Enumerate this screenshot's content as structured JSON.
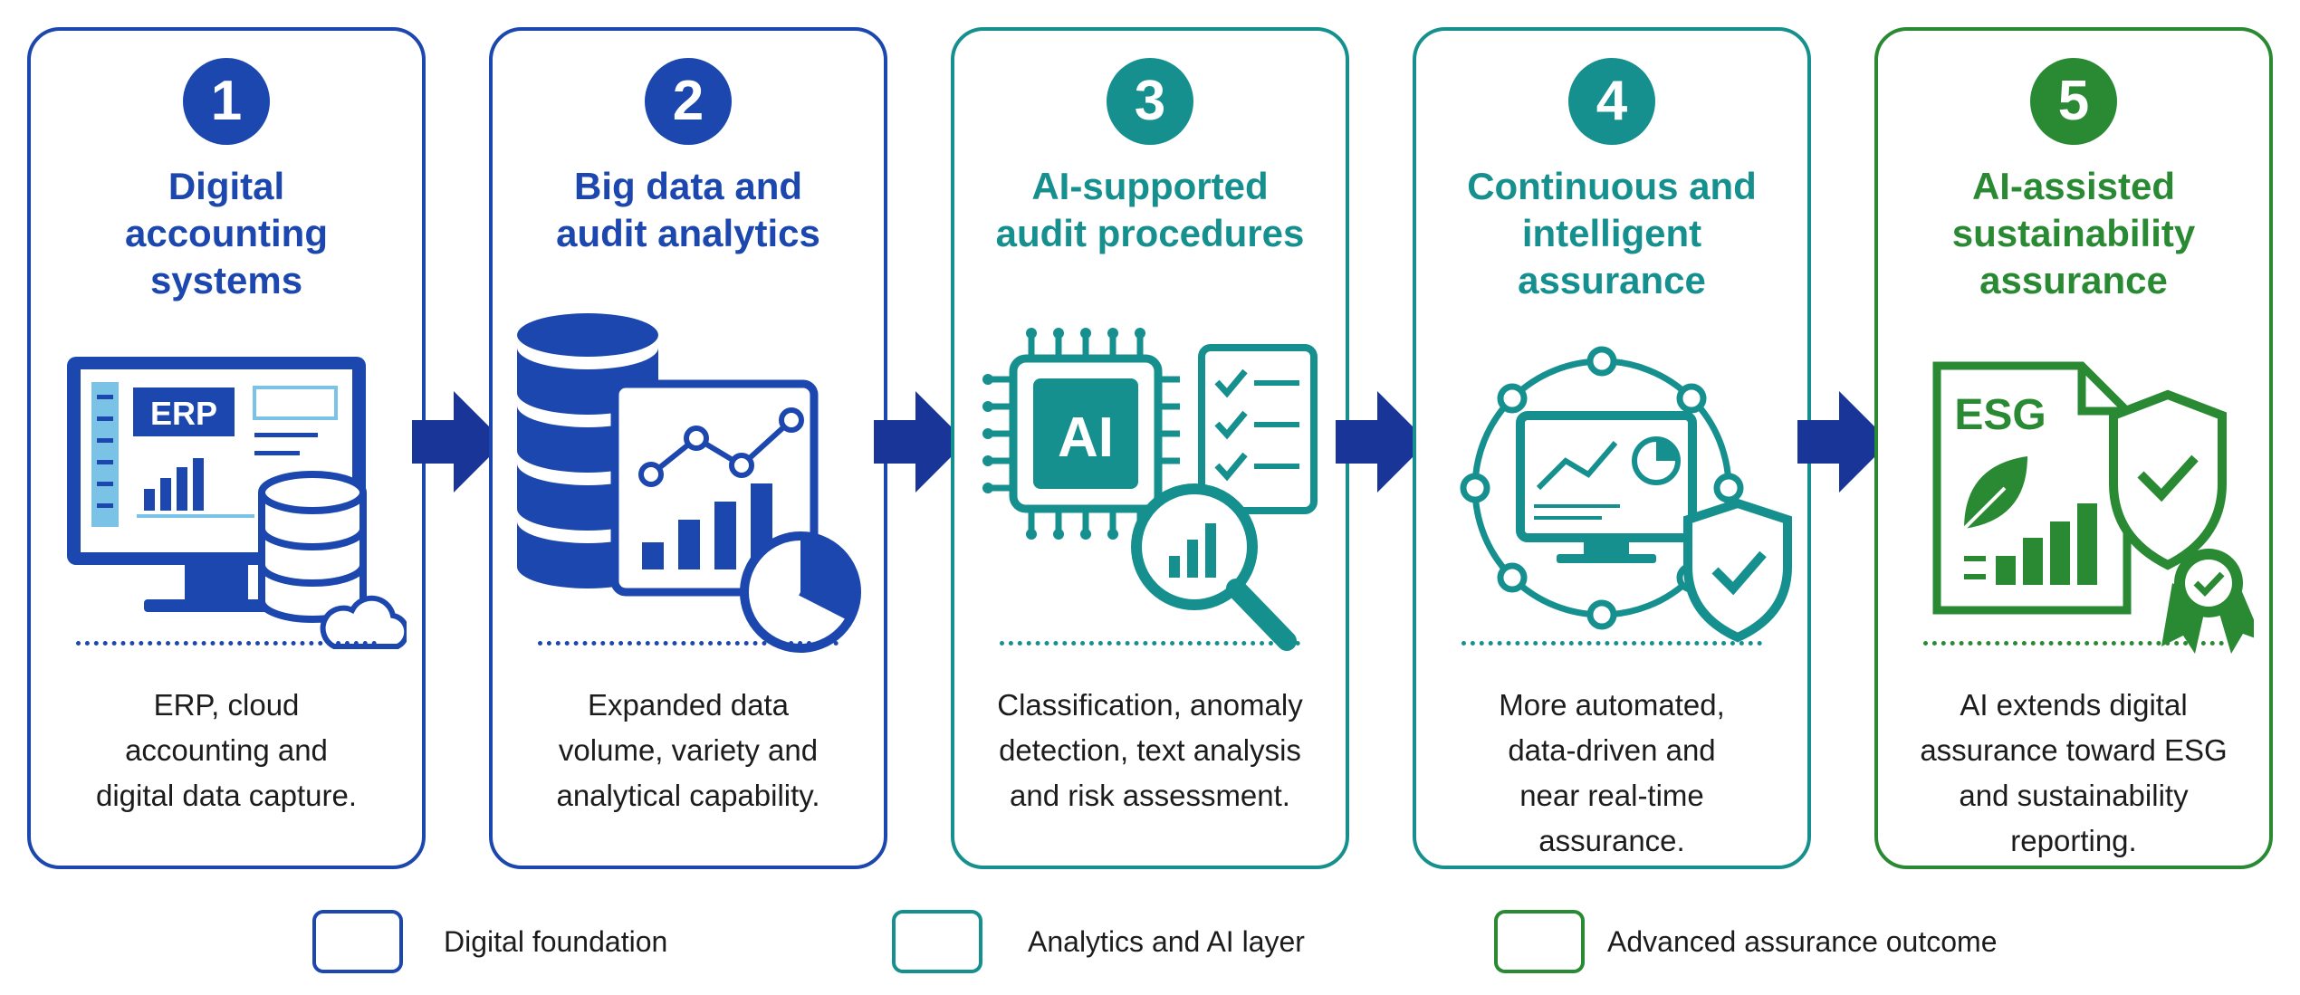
{
  "colors": {
    "blue": "#1c47ae",
    "teal": "#16908f",
    "green": "#2a8a34",
    "navy": "#1a3598"
  },
  "steps": [
    {
      "number": "1",
      "title": [
        "Digital",
        "accounting",
        "systems"
      ],
      "icon_label": "ERP",
      "icon": "computer-erp-database-icon",
      "description": [
        "ERP, cloud",
        "accounting and",
        "digital data capture."
      ]
    },
    {
      "number": "2",
      "title": [
        "Big data and",
        "audit analytics"
      ],
      "icon": "database-analytics-chart-icon",
      "description": [
        "Expanded data",
        "volume, variety and",
        "analytical capability."
      ]
    },
    {
      "number": "3",
      "title": [
        "AI-supported",
        "audit procedures"
      ],
      "icon_label": "AI",
      "icon": "ai-chip-checklist-magnifier-icon",
      "description": [
        "Classification, anomaly",
        "detection, text analysis",
        "and risk assessment."
      ]
    },
    {
      "number": "4",
      "title": [
        "Continuous and",
        "intelligent",
        "assurance"
      ],
      "icon": "monitor-network-shield-icon",
      "description": [
        "More automated,",
        "data-driven and",
        "near real-time",
        "assurance."
      ]
    },
    {
      "number": "5",
      "title": [
        "AI-assisted",
        "sustainability",
        "assurance"
      ],
      "icon_label": "ESG",
      "icon": "esg-report-shield-icon",
      "description": [
        "AI extends digital",
        "assurance toward ESG",
        "and sustainability",
        "reporting."
      ]
    }
  ],
  "legend": [
    {
      "label": "Digital foundation",
      "color": "#1c47ae"
    },
    {
      "label": "Analytics and AI layer",
      "color": "#16908f"
    },
    {
      "label": "Advanced assurance outcome",
      "color": "#2a8a34"
    }
  ]
}
